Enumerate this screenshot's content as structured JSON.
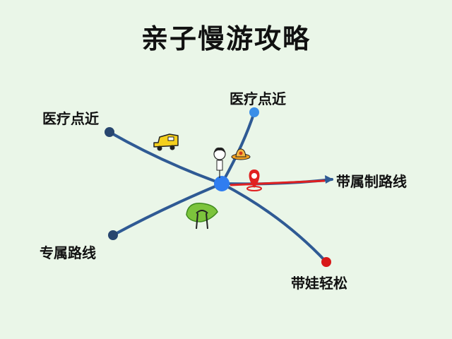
{
  "title": "亲子慢游攻略",
  "colors": {
    "background": "#eaf6e8",
    "line": "#2f5a94",
    "hub": "#2f7df0",
    "node_dark": "#28466f",
    "node_light": "#3a8ee8",
    "node_red": "#d81818",
    "arrow_red": "#e02020",
    "car": "#f5d01c",
    "leaf": "#7cc43c"
  },
  "branches": [
    {
      "label": "医疗点近"
    },
    {
      "label": "医疗点近"
    },
    {
      "label": "带属制路线"
    },
    {
      "label": "专属路线"
    },
    {
      "label": "带娃轻松"
    }
  ],
  "icons": [
    "car-icon",
    "child-icon",
    "hat-icon",
    "location-pin-icon",
    "leaf-swirl-icon"
  ]
}
